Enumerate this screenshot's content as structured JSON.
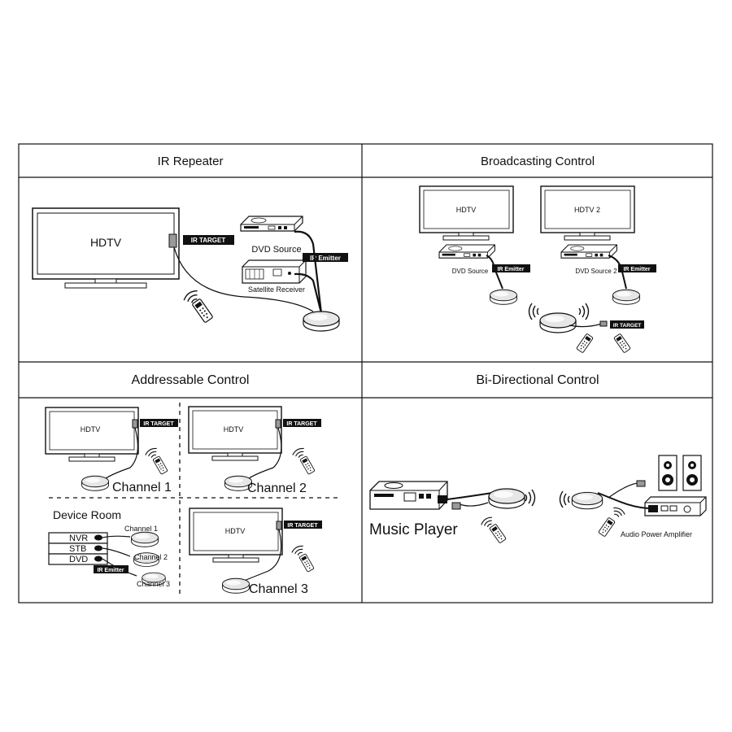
{
  "panels": {
    "ir_repeater": {
      "title": "IR Repeater",
      "hdtv": "HDTV",
      "ir_target": "IR TARGET",
      "dvd_source": "DVD Source",
      "ir_emitter": "IR Emitter",
      "satellite_receiver": "Satellite Receiver"
    },
    "broadcasting": {
      "title": "Broadcasting Control",
      "hdtv1": "HDTV",
      "hdtv2": "HDTV 2",
      "dvd_source": "DVD Source",
      "dvd_source2": "DVD Source 2",
      "ir_emitter1": "IR Emitter",
      "ir_emitter2": "IR Emitter",
      "ir_target": "IR TARGET"
    },
    "addressable": {
      "title": "Addressable Control",
      "hdtv1": "HDTV",
      "hdtv2": "HDTV",
      "hdtv3": "HDTV",
      "ir_target1": "IR TARGET",
      "ir_target2": "IR TARGET",
      "ir_target3": "IR TARGET",
      "channel1": "Channel 1",
      "channel2": "Channel 2",
      "channel3": "Channel 3",
      "device_room": "Device Room",
      "room_ch1": "Channel 1",
      "room_ch2": "Channel 2",
      "room_ch3": "Channel 3",
      "nvr": "NVR",
      "stb": "STB",
      "dvd": "DVD",
      "ir_emitter": "IR Emitter"
    },
    "bidirectional": {
      "title": "Bi-Directional Control",
      "music_player": "Music Player",
      "audio_amp": "Audio Power Amplifier"
    }
  },
  "icons": [
    "tv-icon",
    "dvd-player-icon",
    "satellite-receiver-icon",
    "ir-repeater-puck-icon",
    "remote-control-icon",
    "ir-wave-icon",
    "speaker-icon",
    "amplifier-icon"
  ]
}
